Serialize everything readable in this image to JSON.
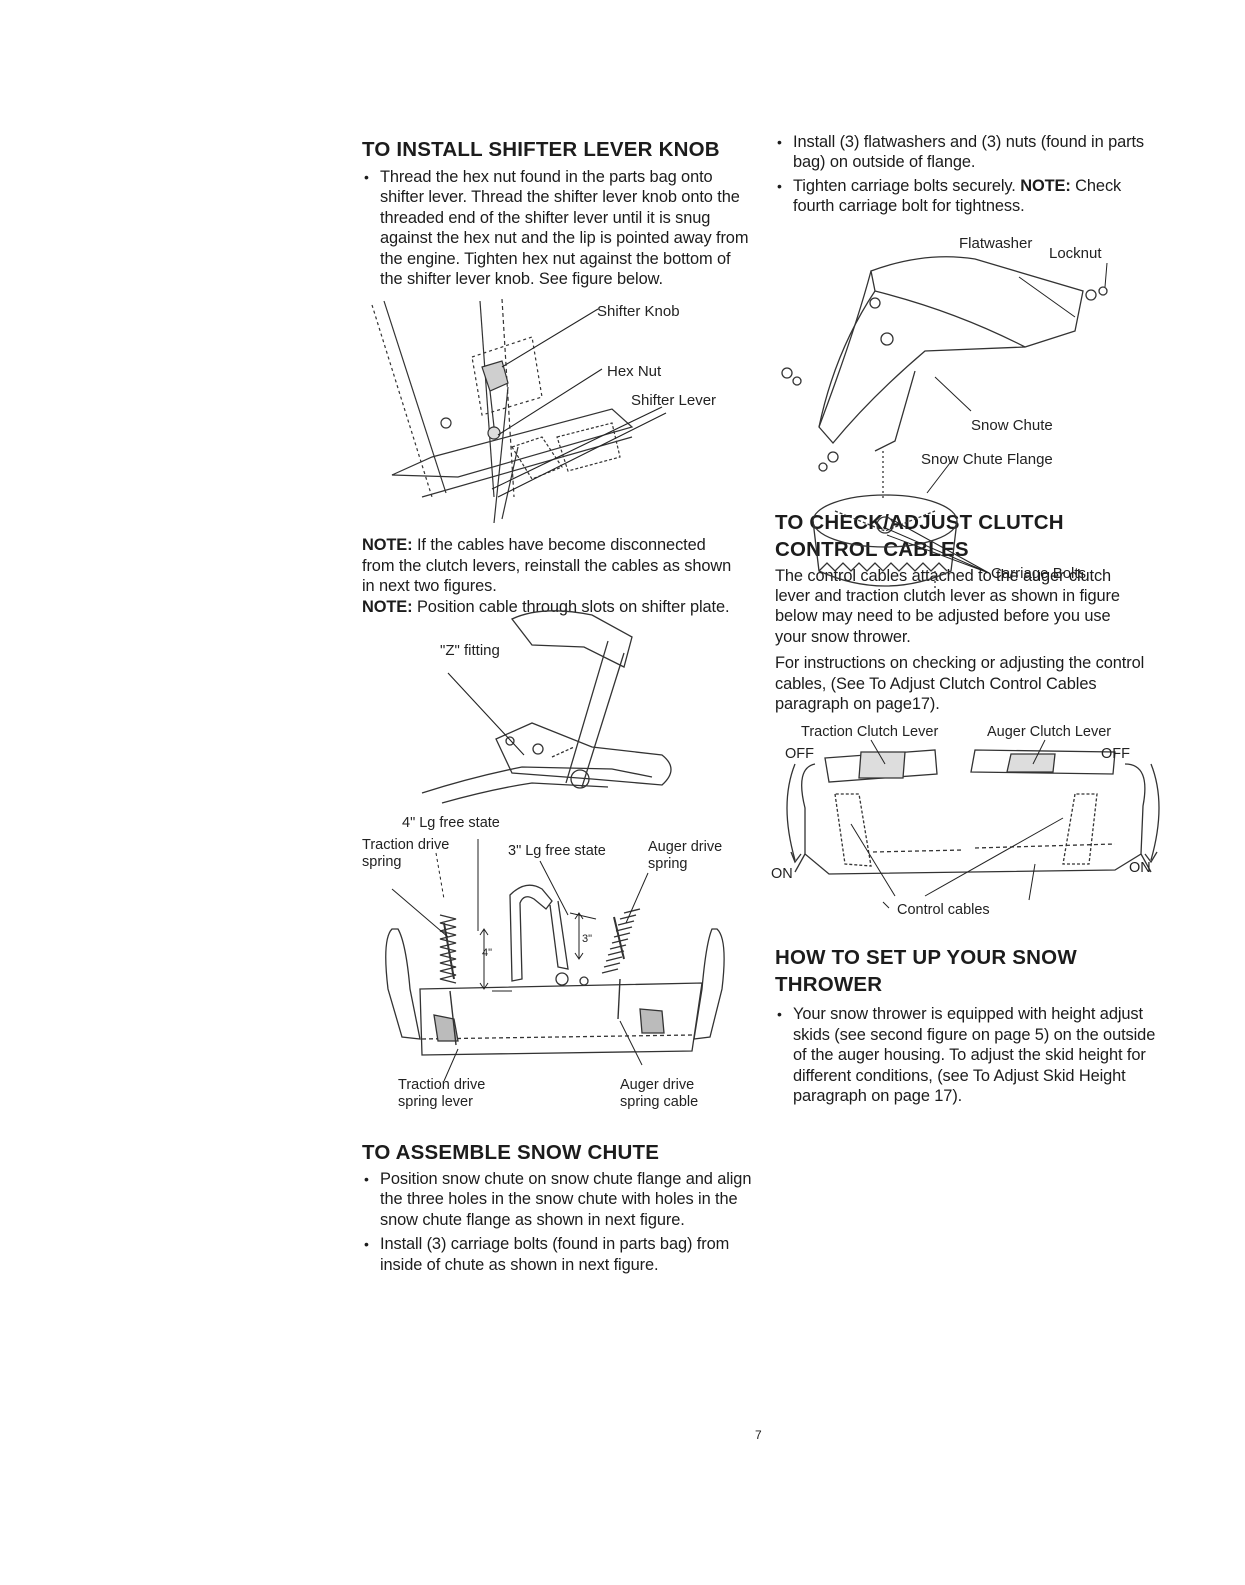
{
  "left": {
    "shifter": {
      "heading": "TO INSTALL SHIFTER LEVER KNOB",
      "bullet": "Thread the hex nut found in the parts bag onto shifter lever. Thread the shifter lever knob onto the threaded end of the shifter lever until it is snug against the hex nut and the lip is pointed away from the engine. Tighten hex nut against the bottom of the shifter lever knob. See figure below.",
      "fig_labels": {
        "knob": "Shifter Knob",
        "nut": "Hex Nut",
        "lever": "Shifter Lever"
      }
    },
    "notes": {
      "n1_label": "NOTE:",
      "n1_text": "If the cables have become disconnected from the clutch levers, reinstall the cables as shown in next two figures.",
      "n2_label": "NOTE:",
      "n2_text": "Position cable through slots on shifter plate.",
      "z_label": "\"Z\" fitting"
    },
    "spring_fig": {
      "free4": "4\" Lg free state",
      "traction_spring": "Traction drive spring",
      "free3": "3\" Lg free state",
      "auger_spring": "Auger drive spring",
      "dim4": "4\"",
      "dim3": "3\"",
      "traction_lever": "Traction drive spring lever",
      "auger_cable": "Auger drive spring cable"
    },
    "chute": {
      "heading": "TO ASSEMBLE SNOW CHUTE",
      "b1": "Position snow chute on snow chute flange and align the three holes in the snow chute with holes in the snow chute flange as shown in next figure.",
      "b2": "Install (3) carriage bolts (found in parts bag) from inside of chute as shown in next figure."
    }
  },
  "right": {
    "top_bullets": {
      "b1": "Install (3) flatwashers and (3) nuts (found in parts bag) on outside of flange.",
      "b2_text": "Tighten carriage bolts securely.",
      "b2_note": "NOTE:",
      "b2_tail": "Check fourth carriage bolt for tightness."
    },
    "chute_fig": {
      "flatwasher": "Flatwasher",
      "locknut": "Locknut",
      "chute": "Snow Chute",
      "flange": "Snow Chute Flange",
      "bolts": "Carriage Bolts"
    },
    "clutch": {
      "heading": "TO CHECK/ADJUST CLUTCH CONTROL CABLES",
      "p1": "The control cables attached to the auger clutch lever and traction clutch lever as shown in figure below may need to be adjusted before you use your snow thrower.",
      "p2": "For instructions on checking or adjusting the control cables, (See To Adjust Clutch Control Cables paragraph on page17)."
    },
    "clutch_fig": {
      "traction": "Traction Clutch Lever",
      "auger": "Auger Clutch Lever",
      "off_l": "OFF",
      "off_r": "OFF",
      "on_l": "ON",
      "on_r": "ON",
      "cables": "Control cables"
    },
    "setup": {
      "heading": "HOW TO SET UP YOUR SNOW THROWER",
      "b1": "Your snow thrower is equipped with height adjust skids (see second figure on page 5) on the outside of the auger housing. To adjust the skid height for different conditions, (see To Adjust Skid Height paragraph on page 17)."
    }
  },
  "page_number": "7"
}
